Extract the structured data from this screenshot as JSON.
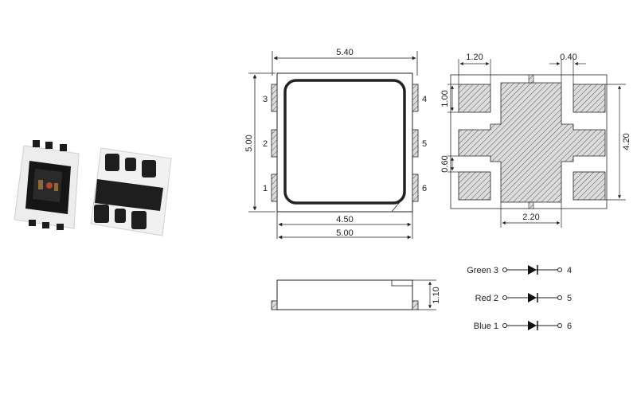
{
  "top_view": {
    "width_label": "5.40",
    "height_label": "5.00",
    "inner_width_label": "4.50",
    "outer_width_label": "5.00",
    "pins_left": [
      "3",
      "2",
      "1"
    ],
    "pins_right": [
      "4",
      "5",
      "6"
    ]
  },
  "footprint": {
    "pad_width_label": "1.20",
    "gap_label": "0.40",
    "pad_height_label": "1.00",
    "pad_gap_label": "0.60",
    "total_height_label": "4.20",
    "center_width_label": "2.20"
  },
  "side_view": {
    "height_label": "1.10"
  },
  "schematic": {
    "rows": [
      {
        "left": "Green 3",
        "right": "4"
      },
      {
        "left": "Red 2",
        "right": "5"
      },
      {
        "left": "Blue 1",
        "right": "6"
      }
    ]
  },
  "colors": {
    "line": "#222222",
    "hatch_fill": "#d6d6d6",
    "package_body": "#ececec",
    "pad_dark": "#1e1e1e"
  }
}
